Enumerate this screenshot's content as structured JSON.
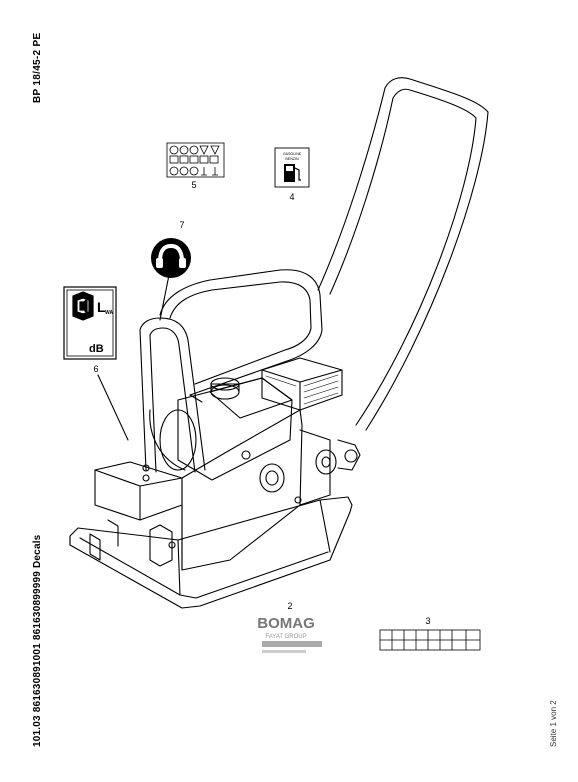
{
  "header": {
    "model": "BP 18/45-2 PE",
    "doc_id": "101.03 861630891001 861630899999 Decals"
  },
  "footer": {
    "page_label": "Seite 1 von 2"
  },
  "callouts": [
    "2",
    "3",
    "4",
    "5",
    "6",
    "7"
  ],
  "decals": {
    "gasoline_label": "GASOLINE",
    "gasoline_sub": "BENZIN",
    "lwa_label": "L",
    "lwa_sub": "WA",
    "db_label": "dB",
    "brand": "BOMAG",
    "brand_sub": "FAYAT GROUP"
  }
}
